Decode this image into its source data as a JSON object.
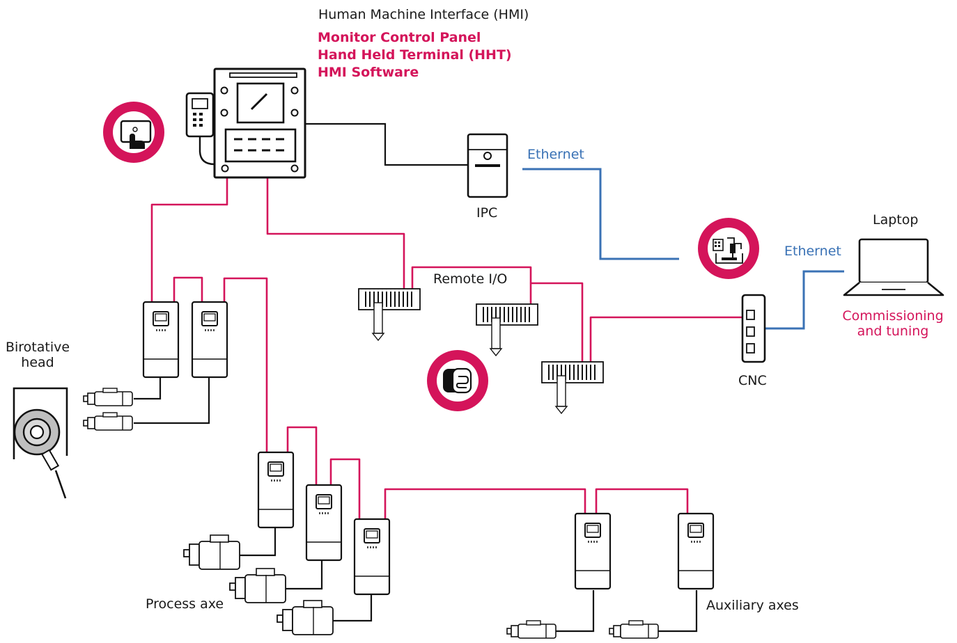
{
  "hmi": {
    "title": "Human Machine Interface (HMI)",
    "items": [
      "Monitor Control Panel",
      "Hand Held Terminal (HHT)",
      "HMI Software"
    ]
  },
  "ipc_label": "IPC",
  "laptop_label": "Laptop",
  "cnc_label": "CNC",
  "ethernet_label_1": "Ethernet",
  "ethernet_label_2": "Ethernet",
  "commissioning_line1": "Commissioning",
  "commissioning_line2": "and tuning",
  "remote_io_label": "Remote I/O",
  "birotative_line1": "Birotative",
  "birotative_line2": "head",
  "process_axe_label": "Process axe",
  "auxiliary_axes_label": "Auxiliary axes",
  "icons": [
    "touchscreen-icon",
    "cnc-machine-icon",
    "software-icon"
  ],
  "colors": {
    "fieldbus": "#d4145a",
    "ethernet": "#3a72b5",
    "device": "#111111"
  }
}
